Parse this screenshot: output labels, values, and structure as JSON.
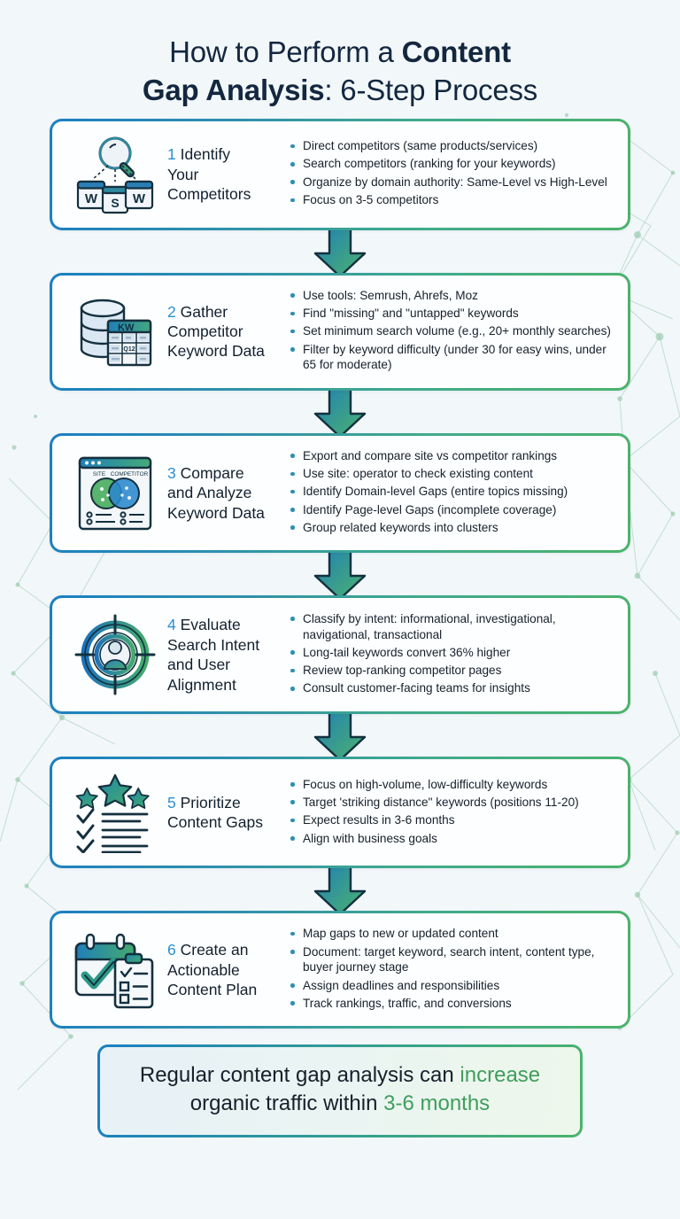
{
  "title": {
    "line1_a": "How to Perform a ",
    "line1_b": "Content",
    "line2_a": "Gap Analysis",
    "line2_b": ": 6-Step Process"
  },
  "colors": {
    "border_start": "#1a7fc1",
    "border_end": "#4cb36c",
    "step_number": "#2b8fd0",
    "bullet": "#2e8fb2",
    "heading_text": "#13273f",
    "footer_accent": "#3f9e5c",
    "background": "#f2f7fa",
    "card_background": "#fdfeff"
  },
  "steps": [
    {
      "number": "1",
      "heading_first": "Identify",
      "heading_rest": "Your Competitors",
      "icon": "magnifier-competitor-windows-icon",
      "icon_labels": [
        "W",
        "S",
        "W"
      ],
      "bullets": [
        "Direct competitors (same products/services)",
        "Search competitors (ranking for your keywords)",
        "Organize by domain authority: Same-Level vs High-Level",
        "Focus on 3-5 competitors"
      ]
    },
    {
      "number": "2",
      "heading_first": "Gather",
      "heading_rest": "Competitor Keyword Data",
      "icon": "database-spreadsheet-icon",
      "icon_labels": [
        "KW"
      ],
      "bullets": [
        "Use tools: Semrush, Ahrefs, Moz",
        "Find \"missing\" and \"untapped\" keywords",
        "Set minimum search volume (e.g., 20+ monthly searches)",
        "Filter by keyword difficulty (under 30 for easy wins, under 65 for moderate)"
      ]
    },
    {
      "number": "3",
      "heading_first": "Compare",
      "heading_rest": "and Analyze Keyword Data",
      "icon": "venn-diagram-browser-icon",
      "icon_labels": [
        "SITE",
        "COMPETITOR"
      ],
      "bullets": [
        "Export and compare site vs competitor rankings",
        "Use site: operator to check existing content",
        "Identify Domain-level Gaps (entire topics missing)",
        "Identify Page-level Gaps (incomplete coverage)",
        "Group related keywords into clusters"
      ]
    },
    {
      "number": "4",
      "heading_first": "Evaluate",
      "heading_rest": "Search Intent and User Alignment",
      "icon": "target-user-icon",
      "icon_labels": [],
      "bullets": [
        "Classify by intent: informational, investigational, navigational, transactional",
        "Long-tail keywords convert 36% higher",
        "Review top-ranking competitor pages",
        "Consult customer-facing teams for insights"
      ]
    },
    {
      "number": "5",
      "heading_first": "Prioritize",
      "heading_rest": "Content Gaps",
      "icon": "stars-checklist-icon",
      "icon_labels": [],
      "bullets": [
        "Focus on high-volume, low-difficulty keywords",
        "Target 'striking distance\" keywords (positions 11-20)",
        "Expect results in 3-6 months",
        "Align with business goals"
      ]
    },
    {
      "number": "6",
      "heading_first": "Create an",
      "heading_rest": "Actionable Content Plan",
      "icon": "calendar-clipboard-icon",
      "icon_labels": [],
      "bullets": [
        "Map gaps to new or updated content",
        "Document: target keyword, search intent, content type, buyer journey stage",
        "Assign deadlines and responsibilities",
        "Track rankings, traffic, and conversions"
      ]
    }
  ],
  "footer": {
    "text_a": "Regular content gap analysis can ",
    "accent_a": "increase",
    "text_b": "organic traffic within ",
    "accent_b": "3-6 months"
  }
}
